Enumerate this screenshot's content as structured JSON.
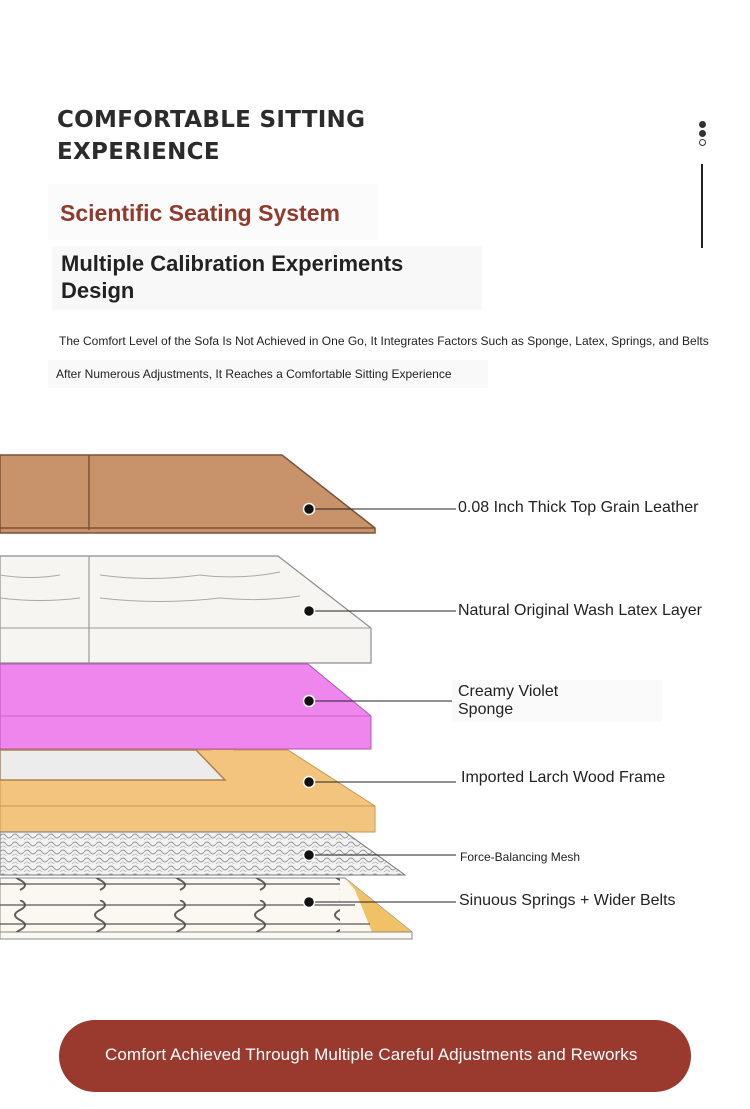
{
  "header": {
    "title": "COMFORTABLE SITTING EXPERIENCE",
    "subtitle": "Scientific Seating System",
    "headline": "Multiple Calibration Experiments Design",
    "description_line1": "The Comfort Level of the Sofa Is Not Achieved in One Go, It Integrates Factors Such as Sponge, Latex, Springs, and Belts",
    "description_line2": "After Numerous Adjustments, It Reaches a Comfortable Sitting Experience"
  },
  "layers": [
    {
      "label": "0.08 Inch Thick Top Grain Leather",
      "color": "#c8936a"
    },
    {
      "label": "Natural Original Wash Latex Layer",
      "color": "#f7f5f1"
    },
    {
      "label": "Creamy Violet Sponge",
      "color": "#ee86ee"
    },
    {
      "label": "Imported Larch Wood Frame",
      "color": "#f2c47e"
    },
    {
      "label": "Force-Balancing Mesh",
      "color": "#e6e6e6"
    },
    {
      "label": "Sinuous Springs + Wider Belts",
      "color": "#fbf8f2"
    }
  ],
  "banner": {
    "text": "Comfort Achieved Through Multiple Careful Adjustments and Reworks",
    "color": "#9a3a2e"
  },
  "icons": [
    "page-indicator-dots-icon",
    "vertical-divider"
  ]
}
